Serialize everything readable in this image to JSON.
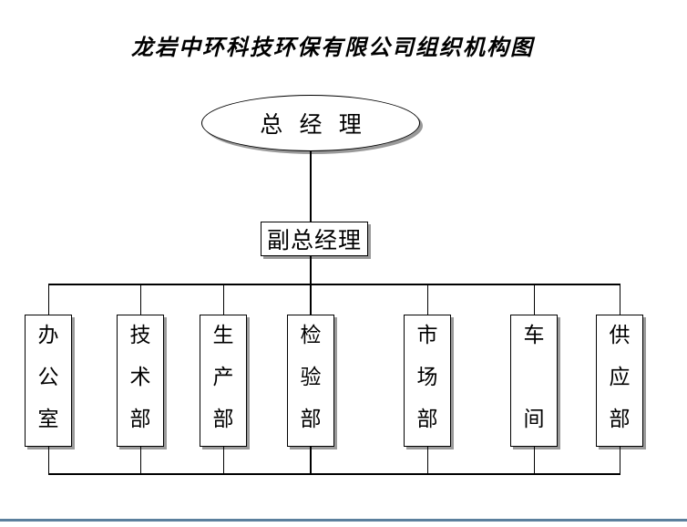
{
  "title": "龙岩中环科技环保有限公司组织机构图",
  "chart": {
    "type": "org-chart",
    "root": {
      "label": "总 经 理",
      "shape": "ellipse"
    },
    "deputy": {
      "label": "副总经理",
      "shape": "rectangle"
    },
    "departments": [
      {
        "label": "办公室"
      },
      {
        "label": "技术部"
      },
      {
        "label": "生产部"
      },
      {
        "label": "检验部"
      },
      {
        "label": "市场部"
      },
      {
        "label": "车间"
      },
      {
        "label": "供应部"
      }
    ],
    "hierarchy": "总经理 > 副总经理 > [办公室, 技术部, 生产部, 检验部, 市场部, 车间, 供应部]"
  },
  "colors": {
    "background": "#ffffff",
    "line": "#000000",
    "node_border": "#000000",
    "node_shadow": "#9a9a9a",
    "footer_rule": "#5b7f9d"
  }
}
